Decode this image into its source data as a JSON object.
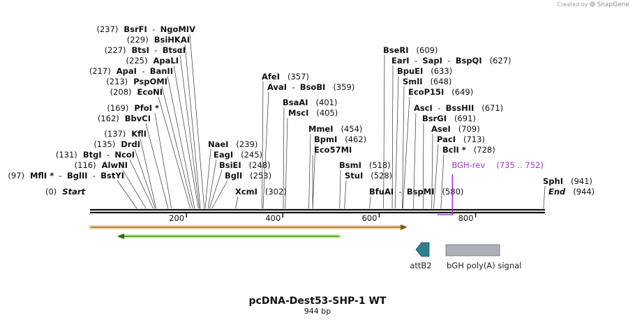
{
  "credit": {
    "prefix": "Created by",
    "brand": "SnapGene"
  },
  "sequence": {
    "name": "pcDNA-Dest53-SHP-1 WT",
    "length_label": "944 bp",
    "length": 944
  },
  "colors": {
    "backbone": "#111111",
    "primer": "#a535d1",
    "orange_arrow": "#f2a33a",
    "green_arrow": "#6fcf3a",
    "attB2": "#2f7f93",
    "polyA": "#aab0b8"
  },
  "ticks": [
    {
      "pos": 200,
      "label": "200"
    },
    {
      "pos": 400,
      "label": "400"
    },
    {
      "pos": 600,
      "label": "600"
    },
    {
      "pos": 800,
      "label": "800"
    }
  ],
  "sites": [
    {
      "id": "start",
      "parts": [
        {
          "t": "(0)",
          "k": "pos"
        },
        {
          "t": "Start",
          "k": "ital"
        }
      ],
      "pos": 0
    },
    {
      "id": "mfli",
      "parts": [
        {
          "t": "(97)",
          "k": "pos"
        },
        {
          "t": "MflI *",
          "k": "nm"
        },
        {
          "t": "  -  ",
          "k": "sep"
        },
        {
          "t": "BglII",
          "k": "nm"
        },
        {
          "t": "  -  ",
          "k": "sep"
        },
        {
          "t": "BstYI",
          "k": "nm"
        }
      ],
      "pos": 97
    },
    {
      "id": "alwni",
      "parts": [
        {
          "t": "(116)",
          "k": "pos"
        },
        {
          "t": "AlwNI",
          "k": "nm"
        }
      ],
      "pos": 116
    },
    {
      "id": "btgi",
      "parts": [
        {
          "t": "(131)",
          "k": "pos"
        },
        {
          "t": "BtgI",
          "k": "nm"
        },
        {
          "t": "  -  ",
          "k": "sep"
        },
        {
          "t": "NcoI",
          "k": "nm"
        }
      ],
      "pos": 131
    },
    {
      "id": "drdi",
      "parts": [
        {
          "t": "(135)",
          "k": "pos"
        },
        {
          "t": "DrdI",
          "k": "nm"
        }
      ],
      "pos": 135
    },
    {
      "id": "kfli",
      "parts": [
        {
          "t": "(137)",
          "k": "pos"
        },
        {
          "t": "KflI",
          "k": "nm"
        }
      ],
      "pos": 137
    },
    {
      "id": "bbvci",
      "parts": [
        {
          "t": "(162)",
          "k": "pos"
        },
        {
          "t": "BbvCI",
          "k": "nm"
        }
      ],
      "pos": 162
    },
    {
      "id": "pfoi",
      "parts": [
        {
          "t": "(169)",
          "k": "pos"
        },
        {
          "t": "PfoI *",
          "k": "nm"
        }
      ],
      "pos": 169
    },
    {
      "id": "econi",
      "parts": [
        {
          "t": "(208)",
          "k": "pos"
        },
        {
          "t": "EcoNI",
          "k": "nm"
        }
      ],
      "pos": 208
    },
    {
      "id": "pspomi",
      "parts": [
        {
          "t": "(213)",
          "k": "pos"
        },
        {
          "t": "PspOMI",
          "k": "nm"
        }
      ],
      "pos": 213
    },
    {
      "id": "apai",
      "parts": [
        {
          "t": "(217)",
          "k": "pos"
        },
        {
          "t": "ApaI",
          "k": "nm"
        },
        {
          "t": "  -  ",
          "k": "sep"
        },
        {
          "t": "BanII",
          "k": "nm"
        }
      ],
      "pos": 217
    },
    {
      "id": "apali",
      "parts": [
        {
          "t": "(225)",
          "k": "pos"
        },
        {
          "t": "ApaLI",
          "k": "nm"
        }
      ],
      "pos": 225
    },
    {
      "id": "btsi",
      "parts": [
        {
          "t": "(227)",
          "k": "pos"
        },
        {
          "t": "BtsI",
          "k": "nm"
        },
        {
          "t": "  -  ",
          "k": "sep"
        },
        {
          "t": "BtsαI",
          "k": "nm"
        }
      ],
      "pos": 227
    },
    {
      "id": "bsihkai",
      "parts": [
        {
          "t": "(229)",
          "k": "pos"
        },
        {
          "t": "BsiHKAI",
          "k": "nm"
        }
      ],
      "pos": 229
    },
    {
      "id": "bsrfi",
      "parts": [
        {
          "t": "(237)",
          "k": "pos"
        },
        {
          "t": "BsrFI",
          "k": "nm"
        },
        {
          "t": "  -  ",
          "k": "sep"
        },
        {
          "t": "NgoMIV",
          "k": "nm"
        }
      ],
      "pos": 237
    },
    {
      "id": "naei",
      "parts": [
        {
          "t": "NaeI",
          "k": "nm"
        },
        {
          "t": "(239)",
          "k": "pos"
        }
      ],
      "pos": 239
    },
    {
      "id": "eagi",
      "parts": [
        {
          "t": "EagI",
          "k": "nm"
        },
        {
          "t": "(245)",
          "k": "pos"
        }
      ],
      "pos": 245
    },
    {
      "id": "bsiei",
      "parts": [
        {
          "t": "BsiEI",
          "k": "nm"
        },
        {
          "t": "(248)",
          "k": "pos"
        }
      ],
      "pos": 248
    },
    {
      "id": "bgli",
      "parts": [
        {
          "t": "BglI",
          "k": "nm"
        },
        {
          "t": "(253)",
          "k": "pos"
        }
      ],
      "pos": 253
    },
    {
      "id": "xcmi",
      "parts": [
        {
          "t": "XcmI",
          "k": "nm"
        },
        {
          "t": "(302)",
          "k": "pos"
        }
      ],
      "pos": 302
    },
    {
      "id": "afei",
      "parts": [
        {
          "t": "AfeI",
          "k": "nm"
        },
        {
          "t": "(357)",
          "k": "pos"
        }
      ],
      "pos": 357
    },
    {
      "id": "avai",
      "parts": [
        {
          "t": "AvaI",
          "k": "nm"
        },
        {
          "t": "  -  ",
          "k": "sep"
        },
        {
          "t": "BsoBI",
          "k": "nm"
        },
        {
          "t": "(359)",
          "k": "pos"
        }
      ],
      "pos": 359
    },
    {
      "id": "bsaai",
      "parts": [
        {
          "t": "BsaAI",
          "k": "nm"
        },
        {
          "t": "(401)",
          "k": "pos"
        }
      ],
      "pos": 401
    },
    {
      "id": "msci",
      "parts": [
        {
          "t": "MscI",
          "k": "nm"
        },
        {
          "t": "(405)",
          "k": "pos"
        }
      ],
      "pos": 405
    },
    {
      "id": "mmei",
      "parts": [
        {
          "t": "MmeI",
          "k": "nm"
        },
        {
          "t": "(454)",
          "k": "pos"
        }
      ],
      "pos": 454
    },
    {
      "id": "bpmi",
      "parts": [
        {
          "t": "BpmI",
          "k": "nm"
        },
        {
          "t": "(462)",
          "k": "pos"
        }
      ],
      "pos": 462
    },
    {
      "id": "eco57mi",
      "parts": [
        {
          "t": "Eco57MI",
          "k": "nm"
        }
      ],
      "pos": 462
    },
    {
      "id": "bsmi",
      "parts": [
        {
          "t": "BsmI",
          "k": "nm"
        },
        {
          "t": "(518)",
          "k": "pos"
        }
      ],
      "pos": 518
    },
    {
      "id": "stui",
      "parts": [
        {
          "t": "StuI",
          "k": "nm"
        },
        {
          "t": "(528)",
          "k": "pos"
        }
      ],
      "pos": 528
    },
    {
      "id": "bfuai",
      "parts": [
        {
          "t": "BfuAI",
          "k": "nm"
        },
        {
          "t": "  -  ",
          "k": "sep"
        },
        {
          "t": "BspMI",
          "k": "nm"
        },
        {
          "t": "(580)",
          "k": "pos"
        }
      ],
      "pos": 580
    },
    {
      "id": "bseri",
      "parts": [
        {
          "t": "BseRI",
          "k": "nm"
        },
        {
          "t": "(609)",
          "k": "pos"
        }
      ],
      "pos": 609
    },
    {
      "id": "eari",
      "parts": [
        {
          "t": "EarI",
          "k": "nm"
        },
        {
          "t": "  -  ",
          "k": "sep"
        },
        {
          "t": "SapI",
          "k": "nm"
        },
        {
          "t": "  -  ",
          "k": "sep"
        },
        {
          "t": "BspQI",
          "k": "nm"
        },
        {
          "t": "(627)",
          "k": "pos"
        }
      ],
      "pos": 627
    },
    {
      "id": "bpuei",
      "parts": [
        {
          "t": "BpuEI",
          "k": "nm"
        },
        {
          "t": "(633)",
          "k": "pos"
        }
      ],
      "pos": 633
    },
    {
      "id": "smli",
      "parts": [
        {
          "t": "SmlI",
          "k": "nm"
        },
        {
          "t": "(648)",
          "k": "pos"
        }
      ],
      "pos": 648
    },
    {
      "id": "ecop15i",
      "parts": [
        {
          "t": "EcoP15I",
          "k": "nm"
        },
        {
          "t": "(649)",
          "k": "pos"
        }
      ],
      "pos": 649
    },
    {
      "id": "asci",
      "parts": [
        {
          "t": "AscI",
          "k": "nm"
        },
        {
          "t": "  -  ",
          "k": "sep"
        },
        {
          "t": "BssHII",
          "k": "nm"
        },
        {
          "t": "(671)",
          "k": "pos"
        }
      ],
      "pos": 671
    },
    {
      "id": "bsrgi",
      "parts": [
        {
          "t": "BsrGI",
          "k": "nm"
        },
        {
          "t": "(691)",
          "k": "pos"
        }
      ],
      "pos": 691
    },
    {
      "id": "asei",
      "parts": [
        {
          "t": "AseI",
          "k": "nm"
        },
        {
          "t": "(709)",
          "k": "pos"
        }
      ],
      "pos": 709
    },
    {
      "id": "paci",
      "parts": [
        {
          "t": "PacI",
          "k": "nm"
        },
        {
          "t": "(713)",
          "k": "pos"
        }
      ],
      "pos": 713
    },
    {
      "id": "bcli",
      "parts": [
        {
          "t": "BclI *",
          "k": "nm"
        },
        {
          "t": "(728)",
          "k": "pos"
        }
      ],
      "pos": 728
    },
    {
      "id": "sphi",
      "parts": [
        {
          "t": "SphI",
          "k": "nm"
        },
        {
          "t": "(941)",
          "k": "pos"
        }
      ],
      "pos": 941
    },
    {
      "id": "end",
      "parts": [
        {
          "t": "End",
          "k": "ital"
        },
        {
          "t": "(944)",
          "k": "pos"
        }
      ],
      "pos": 944
    }
  ],
  "primer": {
    "name": "BGH-rev",
    "range": "(735 .. 752)",
    "start": 735,
    "end": 752
  },
  "features": {
    "attB2": {
      "label": "attB2"
    },
    "polyA": {
      "label": "bGH poly(A) signal"
    }
  }
}
